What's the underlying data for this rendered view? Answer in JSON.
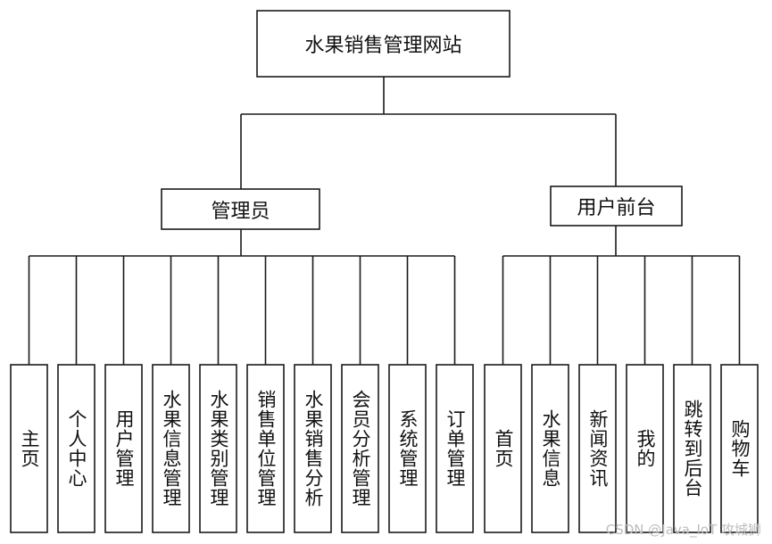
{
  "root": {
    "label": "水果销售管理网站"
  },
  "branches": [
    {
      "label": "管理员",
      "children": [
        "主页",
        "个人中心",
        "用户管理",
        "水果信息管理",
        "水果类别管理",
        "销售单位管理",
        "水果销售分析",
        "会员分析管理",
        "系统管理",
        "订单管理"
      ]
    },
    {
      "label": "用户前台",
      "children": [
        "首页",
        "水果信息",
        "新闻资讯",
        "我的",
        "跳转到后台",
        "购物车"
      ]
    }
  ],
  "watermark": "CSDN @Java_IoT 攻城狮"
}
